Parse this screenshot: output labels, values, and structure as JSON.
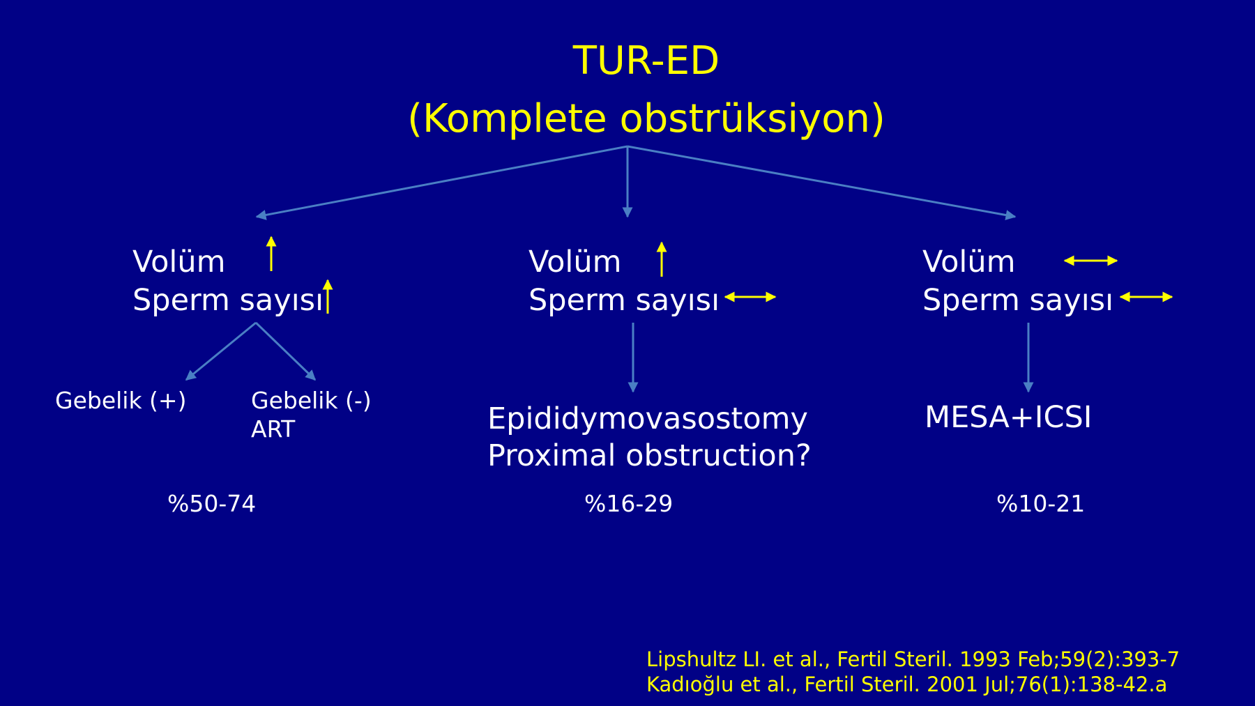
{
  "colors": {
    "background": "#010186",
    "title": "#ffff00",
    "text": "#ffffff",
    "connector": "#4a7fc4",
    "indicator_arrow": "#ffff00"
  },
  "title": {
    "line1": "TUR-ED",
    "line2": "(Komplete obstrüksiyon)"
  },
  "branches": [
    {
      "volume_label": "Volüm",
      "volume_indicator": "up-arrow",
      "sperm_label": "Sperm sayısı",
      "sperm_indicator": "up-arrow",
      "outcomes": [
        "Gebelik (+)",
        "Gebelik (-)",
        "ART"
      ],
      "percentage": "%50-74"
    },
    {
      "volume_label": "Volüm",
      "volume_indicator": "up-arrow",
      "sperm_label": "Sperm sayısı",
      "sperm_indicator": "left-right-arrow",
      "outcomes": [
        "Epididymovasostomy",
        "Proximal obstruction?"
      ],
      "percentage": "%16-29"
    },
    {
      "volume_label": "Volüm",
      "volume_indicator": "left-right-arrow",
      "sperm_label": "Sperm sayısı",
      "sperm_indicator": "left-right-arrow",
      "outcomes": [
        "MESA+ICSI"
      ],
      "percentage": "%10-21"
    }
  ],
  "references": [
    "Lipshultz LI. et al., Fertil Steril. 1993 Feb;59(2):393-7",
    "Kadıoğlu et al., Fertil Steril. 2001 Jul;76(1):138-42.a"
  ]
}
